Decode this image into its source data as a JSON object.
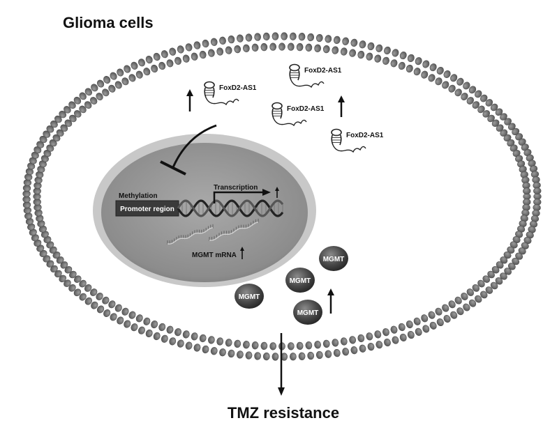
{
  "diagram": {
    "title": "Glioma cells",
    "footer": "TMZ resistance",
    "lncrna_label": "FoxD2-AS1",
    "methylation_label": "Methylation",
    "promoter_label": "Promoter region",
    "transcription_label": "Transcription",
    "mrna_label": "MGMT mRNA",
    "protein_label": "MGMT",
    "colors": {
      "membrane_head": "#6e6e6e",
      "nucleus_fill": "#9a9a9a",
      "promoter_box": "#3a3a3a",
      "protein": "#4a4a4a",
      "arrow": "#111111"
    }
  }
}
